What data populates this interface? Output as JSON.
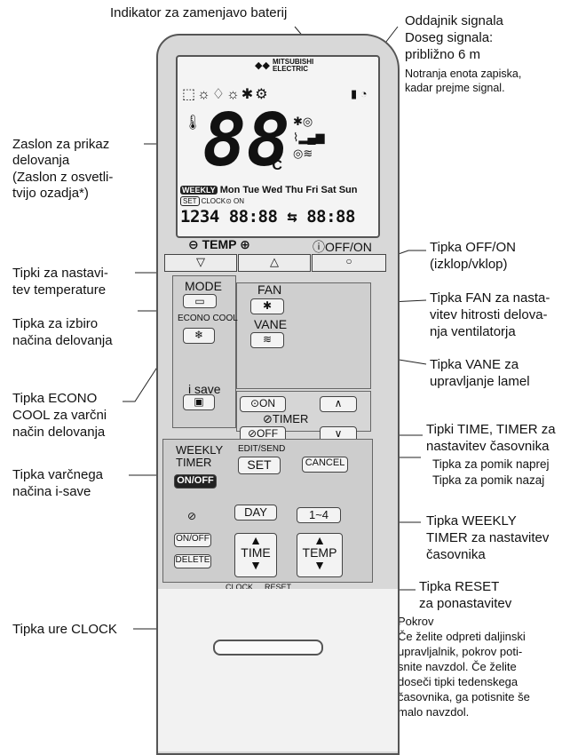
{
  "callouts": {
    "battery": "Indikator za zamenjavo baterij",
    "transmitter_line1": "Oddajnik signala",
    "transmitter_line2": "Doseg signala:",
    "transmitter_line3": "približno 6 m",
    "transmitter_note1": "Notranja enota zapiska,",
    "transmitter_note2": "kadar prejme signal.",
    "display_line1": "Zaslon za prikaz",
    "display_line2": "delovanja",
    "display_line3": "(Zaslon z osvetli-",
    "display_line4": "tvijo ozadja*)",
    "temp_keys_line1": "Tipki za nastavi-",
    "temp_keys_line2": "tev temperature",
    "mode_key_line1": "Tipka za izbiro",
    "mode_key_line2": "načina delovanja",
    "econo_line1": "Tipka ECONO",
    "econo_line2": "COOL za varčni",
    "econo_line3": "način delovanja",
    "isave_line1": "Tipka varčnega",
    "isave_line2": "načina i-save",
    "clock_key": "Tipka ure CLOCK",
    "offon_line1": "Tipka OFF/ON",
    "offon_line2": "(izklop/vklop)",
    "fan_line1": "Tipka FAN za nasta-",
    "fan_line2": "vitev hitrosti delova-",
    "fan_line3": "nja ventilatorja",
    "vane_line1": "Tipka VANE za",
    "vane_line2": "upravljanje lamel",
    "timer_line1": "Tipki TIME, TIMER za",
    "timer_line2": "nastavitev časovnika",
    "timer_line3": "Tipka za pomik naprej",
    "timer_line4": "Tipka za pomik nazaj",
    "weekly_line1": "Tipka WEEKLY",
    "weekly_line2": "TIMER za nastavitev",
    "weekly_line3": "časovnika",
    "reset_line1": "Tipka RESET",
    "reset_line2": "za ponastavitev",
    "cover_line1": "Pokrov",
    "cover_line2": "Če želite odpreti daljinski",
    "cover_line3": "upravljalnik, pokrov poti-",
    "cover_line4": "snite navzdol. Če želite",
    "cover_line5": "doseči tipki tedenskega",
    "cover_line6": "časovnika, ga potisnite še",
    "cover_line7": "malo navzdol."
  },
  "remote": {
    "brand_line1": "MITSUBISHI",
    "brand_line2": "ELECTRIC",
    "display_temp": "88",
    "display_unit": "°C",
    "weekly_badge": "WEEKLY",
    "days": "Mon Tue Wed Thu Fri Sat Sun",
    "set_badge": "SET",
    "clock_on": "CLOCK⊙ ON",
    "timer_readout": "1234 88:88 ⇆ 88:88",
    "temp_label": "TEMP",
    "offon_label": "OFF/ON",
    "mode_label": "MODE",
    "econo_label": "ECONO COOL",
    "isave_label": "i save",
    "fan_label": "FAN",
    "vane_label": "VANE",
    "timer_on": "ON",
    "timer_label": "TIMER",
    "timer_off": "OFF",
    "weekly_timer_line1": "WEEKLY",
    "weekly_timer_line2": "TIMER",
    "weekly_onoff": "ON/OFF",
    "edit_send": "EDIT/SEND",
    "set_label": "SET",
    "cancel_label": "CANCEL",
    "day_label": "DAY",
    "range_label": "1~4",
    "onoff_small": "ON/OFF",
    "delete_label": "DELETE",
    "time_label": "TIME",
    "temp_small": "TEMP",
    "clock_label": "CLOCK",
    "reset_label": "RESET"
  }
}
